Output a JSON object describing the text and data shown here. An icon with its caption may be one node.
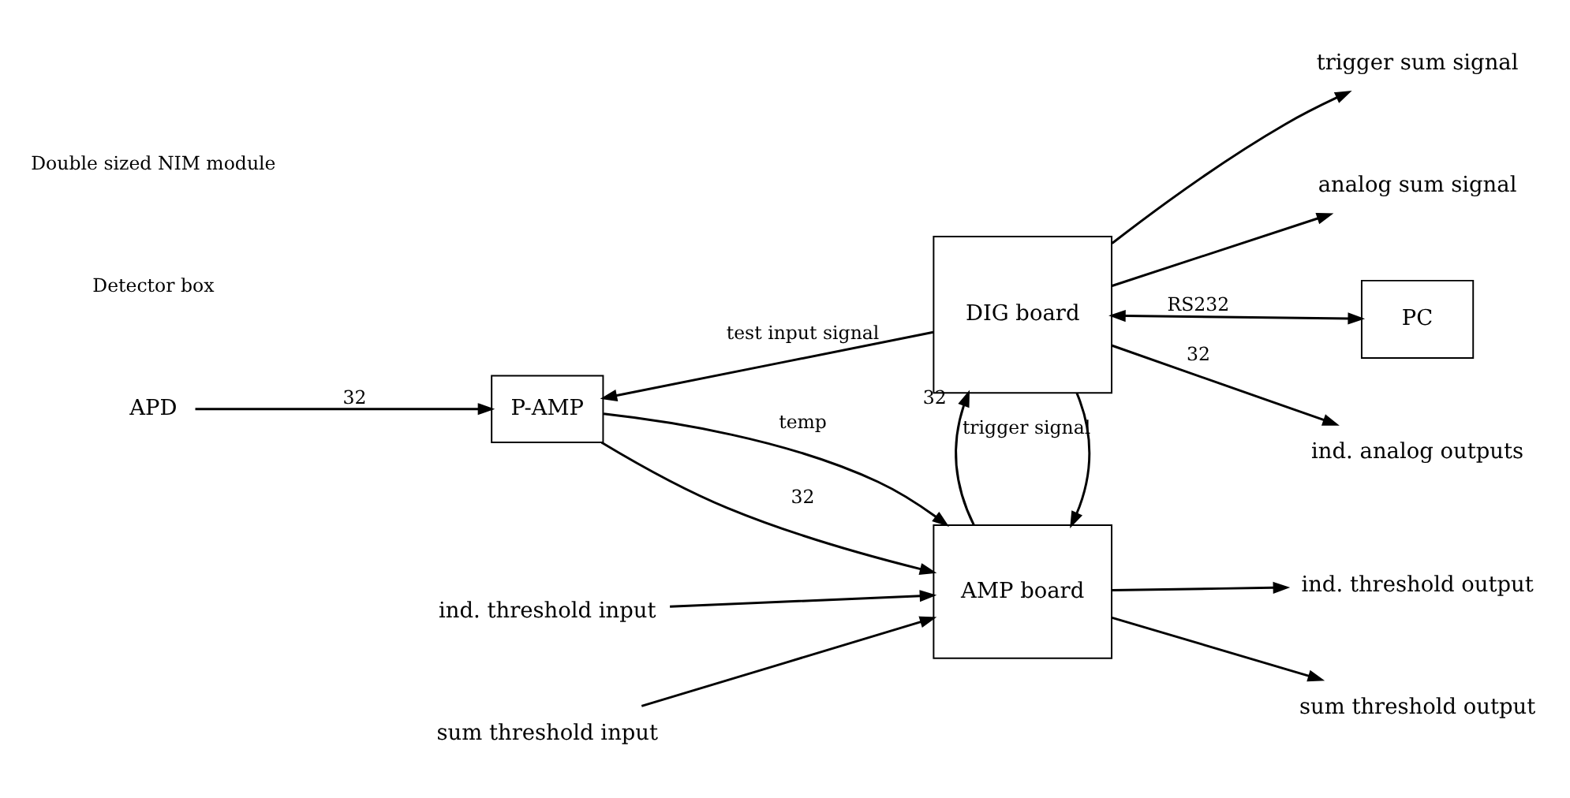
{
  "diagram": {
    "nodes": [
      {
        "text": [
          "APD"
        ]
      },
      {
        "text": [
          "P-AMP"
        ]
      },
      {
        "text": [
          "AMP board"
        ]
      },
      {
        "text": [
          "DIG board"
        ]
      },
      {
        "text": [
          "PC"
        ]
      },
      {
        "text": [
          "ind. threshold input"
        ]
      },
      {
        "text": [
          "ind. threshold output"
        ]
      },
      {
        "text": [
          "sum threshold input"
        ]
      },
      {
        "text": [
          "sum threshold output"
        ]
      },
      {
        "text": [
          "ind. analog outputs"
        ]
      },
      {
        "text": [
          "trigger sum signal"
        ]
      },
      {
        "text": [
          "analog sum signal"
        ]
      }
    ],
    "edges": [
      {
        "from": 0,
        "to": 1,
        "arrow": "to",
        "label": "32"
      },
      {
        "from": 1,
        "to": 2,
        "arrow": "to",
        "label": "32"
      },
      {
        "from": 1,
        "to": 2,
        "arrow": "to",
        "label": "temp"
      },
      {
        "from": 5,
        "to": 2,
        "arrow": "to"
      },
      {
        "from": 2,
        "to": 6,
        "arrow": "to"
      },
      {
        "from": 7,
        "to": 2,
        "arrow": "to"
      },
      {
        "from": 2,
        "to": 8,
        "arrow": "to"
      },
      {
        "from": 3,
        "to": 2,
        "arrow": "to",
        "label": "trigger signal"
      },
      {
        "from": 2,
        "to": 3,
        "arrow": "to",
        "label": "32"
      },
      {
        "from": 3,
        "to": 9,
        "arrow": "to",
        "label": "32"
      },
      {
        "from": 3,
        "to": 10,
        "arrow": "to"
      },
      {
        "from": 3,
        "to": 11,
        "arrow": "to"
      },
      {
        "from": 3,
        "to": 1,
        "arrow": "to",
        "label": "test input signal"
      },
      {
        "from": 3,
        "to": 4,
        "arrow": "both",
        "label": "RS232"
      }
    ],
    "labels": [
      "Detector box",
      "Double sized NIM module"
    ]
  }
}
